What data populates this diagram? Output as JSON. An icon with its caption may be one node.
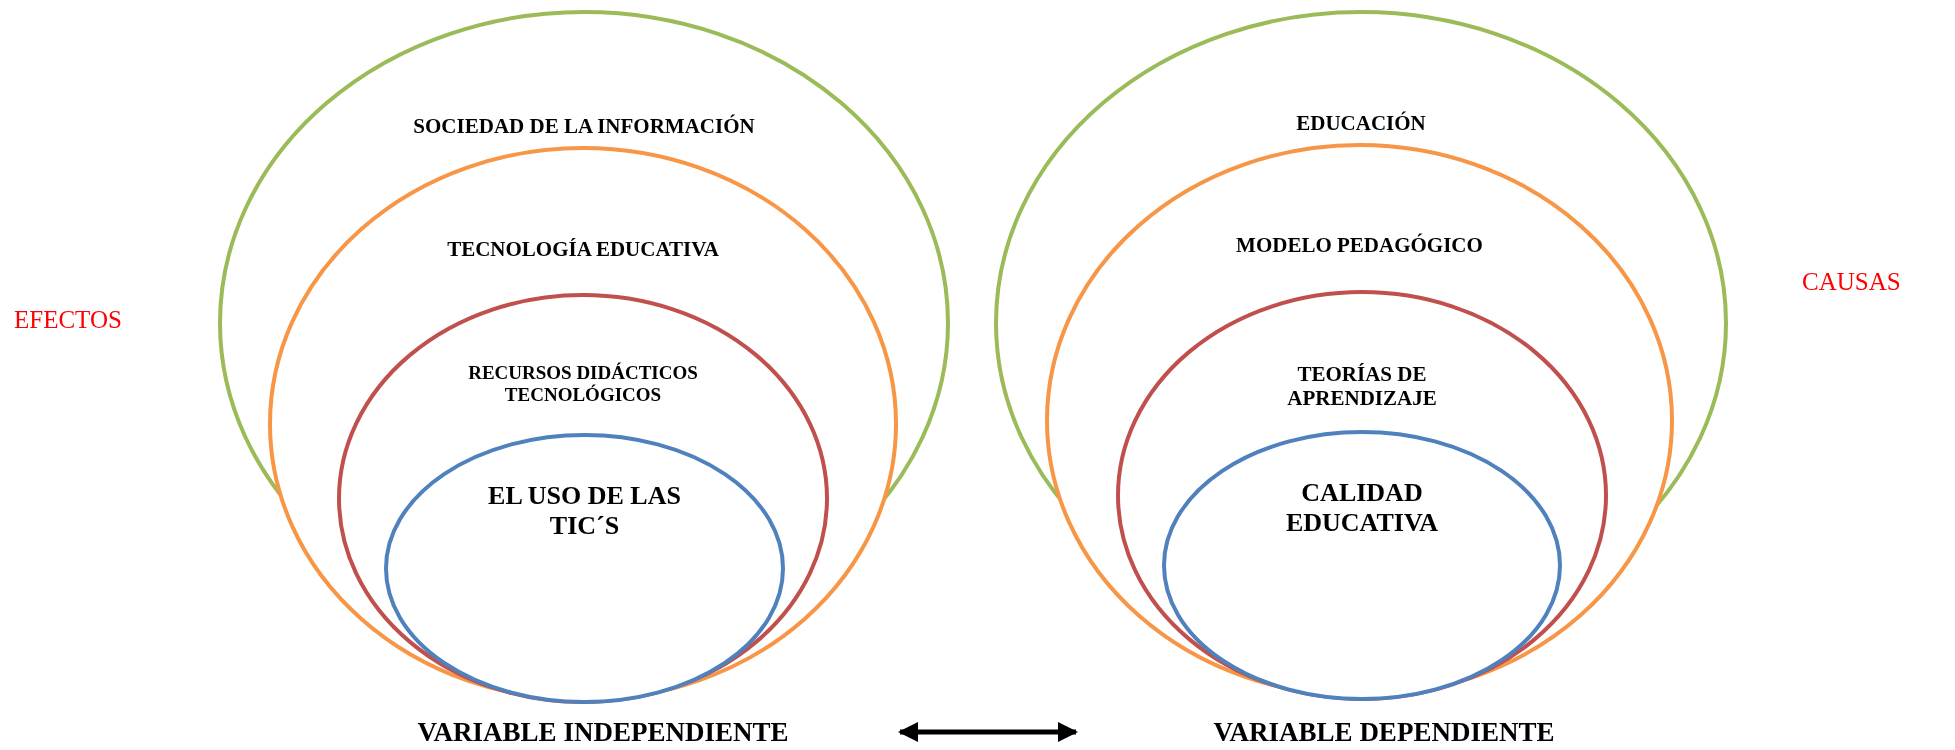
{
  "diagram": {
    "nodes": [
      {
        "text": [
          "SOCIEDAD DE LA INFORMACIÓN"
        ]
      },
      {
        "text": [
          "TECNOLOGÍA EDUCATIVA"
        ]
      },
      {
        "text": [
          "RECURSOS DIDÁCTICOS TECNOLÓGICOS"
        ],
        "in": 1
      },
      {
        "text": [
          "EL USO DE LAS TIC´S"
        ],
        "in": 2
      },
      {
        "text": [
          "EDUCACIÓN"
        ]
      },
      {
        "text": [
          "MODELO PEDAGÓGICO"
        ]
      },
      {
        "text": [
          "TEORÍAS DE APRENDIZAJE"
        ],
        "in": 5
      },
      {
        "text": [
          "CALIDAD EDUCATIVA"
        ],
        "in": 6
      },
      {
        "text": [
          "VARIABLE INDEPENDIENTE"
        ]
      },
      {
        "text": [
          "VARIABLE DEPENDIENTE"
        ]
      }
    ],
    "edges": [
      {
        "from": 8,
        "to": 9,
        "arrow": "both"
      }
    ],
    "labels": [
      "EFECTOS",
      "CAUSAS"
    ]
  }
}
